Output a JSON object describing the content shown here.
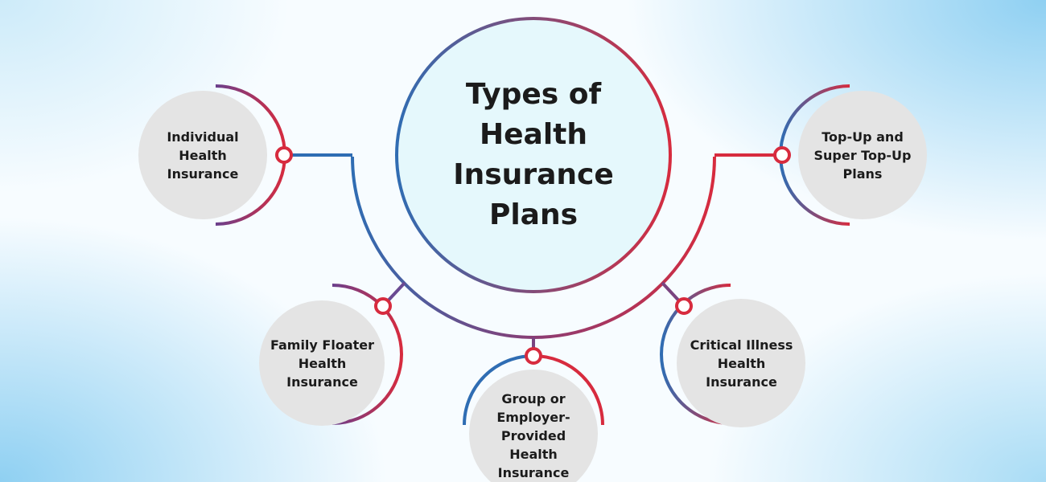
{
  "title": "Types of Health Insurance Plans",
  "colors": {
    "red": "#d72b3e",
    "blue": "#2f6db3",
    "node_fill": "#e4e4e4",
    "center_fill": "#e5f8fc",
    "text": "#1b1b1b"
  },
  "nodes": [
    {
      "id": "individual",
      "label": "Individual Health Insurance"
    },
    {
      "id": "family",
      "label": "Family Floater Health Insurance"
    },
    {
      "id": "group",
      "label": "Group or Employer-Provided Health Insurance"
    },
    {
      "id": "critical",
      "label": "Critical Illness Health Insurance"
    },
    {
      "id": "topup",
      "label": "Top-Up and Super Top-Up Plans"
    }
  ]
}
